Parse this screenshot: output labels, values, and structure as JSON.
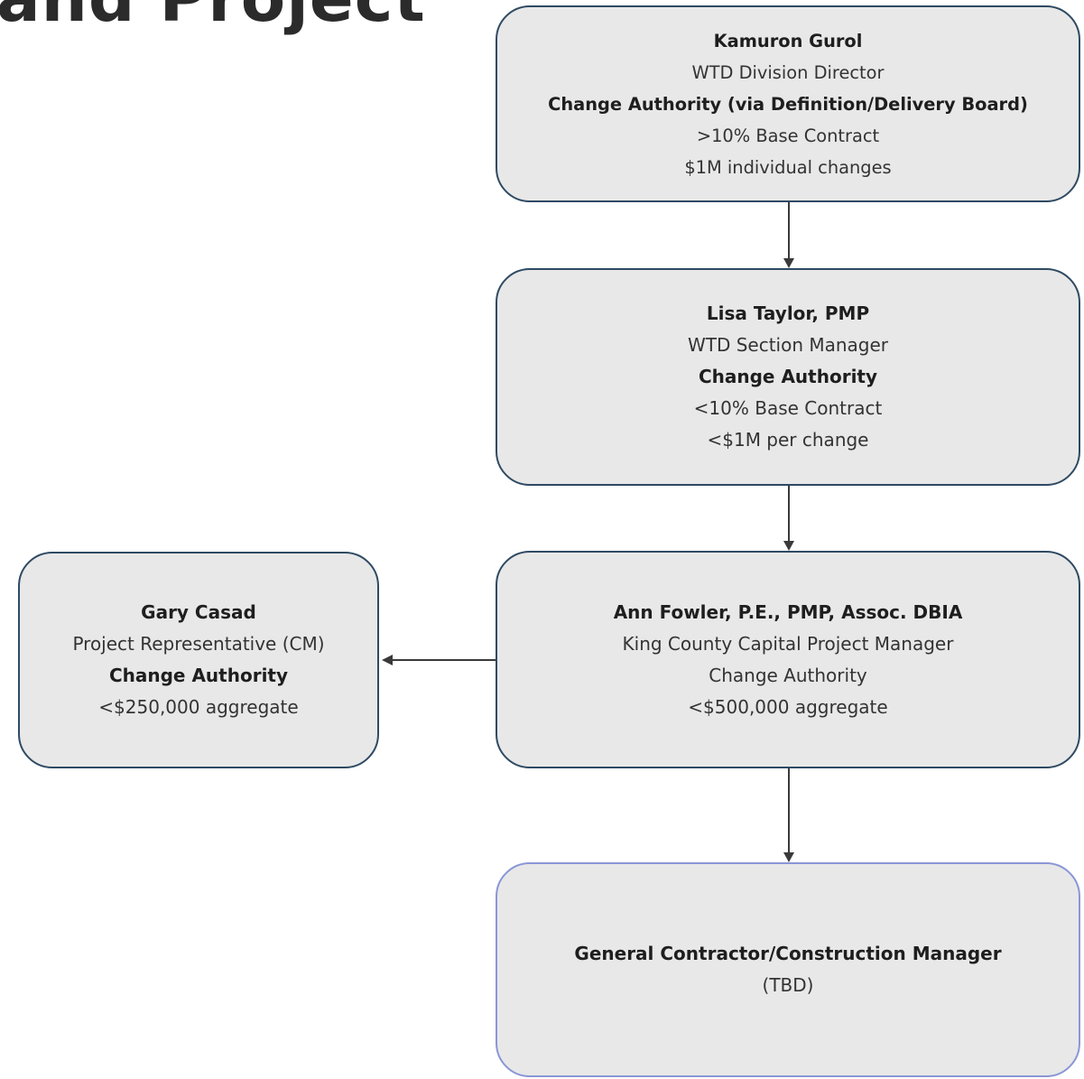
{
  "page": {
    "title_fragment": "and Project"
  },
  "diagram": {
    "nodes": {
      "director": {
        "lines": [
          {
            "text": "Kamuron Gurol",
            "bold": true
          },
          {
            "text": "WTD Division Director",
            "bold": false
          },
          {
            "text": "Change Authority (via Definition/Delivery Board)",
            "bold": true
          },
          {
            "text": ">10% Base Contract",
            "bold": false
          },
          {
            "text": "$1M individual changes",
            "bold": false
          }
        ]
      },
      "section_manager": {
        "lines": [
          {
            "text": "Lisa Taylor, PMP",
            "bold": true
          },
          {
            "text": "WTD Section Manager",
            "bold": false
          },
          {
            "text": "Change Authority",
            "bold": true
          },
          {
            "text": "<10% Base Contract",
            "bold": false
          },
          {
            "text": "<$1M per change",
            "bold": false
          }
        ]
      },
      "project_manager": {
        "lines": [
          {
            "text": "Ann Fowler, P.E., PMP, Assoc. DBIA",
            "bold": true
          },
          {
            "text": "King County Capital Project Manager",
            "bold": false
          },
          {
            "text": "Change Authority",
            "bold": false
          },
          {
            "text": "<$500,000 aggregate",
            "bold": false
          }
        ]
      },
      "project_representative": {
        "lines": [
          {
            "text": "Gary Casad",
            "bold": true
          },
          {
            "text": "Project Representative (CM)",
            "bold": false
          },
          {
            "text": "Change Authority",
            "bold": true
          },
          {
            "text": "<$250,000 aggregate",
            "bold": false
          }
        ]
      },
      "contractor": {
        "lines": [
          {
            "text": "General Contractor/Construction Manager",
            "bold": true
          },
          {
            "text": "(TBD)",
            "bold": false
          }
        ]
      }
    },
    "edges": [
      {
        "from": "director",
        "to": "section_manager"
      },
      {
        "from": "section_manager",
        "to": "project_manager"
      },
      {
        "from": "project_manager",
        "to": "project_representative"
      },
      {
        "from": "project_manager",
        "to": "contractor"
      }
    ]
  }
}
